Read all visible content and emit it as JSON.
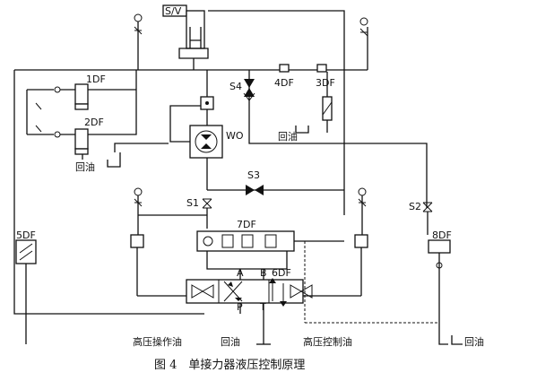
{
  "labels": {
    "sv": "S/V",
    "df1": "1DF",
    "df2": "2DF",
    "df3": "3DF",
    "df4": "4DF",
    "df5": "5DF",
    "df6": "6DF",
    "df7": "7DF",
    "df8": "8DF",
    "s1": "S1",
    "s2": "S2",
    "s3": "S3",
    "s4": "S4",
    "wo": "WO",
    "port_a": "A",
    "port_b": "B",
    "port_p": "P",
    "port_t": "T",
    "return_oil_1": "回油",
    "return_oil_2": "回油",
    "return_oil_3": "回油",
    "return_oil_4": "回油",
    "hp_operating_oil": "高压操作油",
    "hp_control_oil": "高压控制油"
  },
  "caption": "图 4　单接力器液压控制原理"
}
